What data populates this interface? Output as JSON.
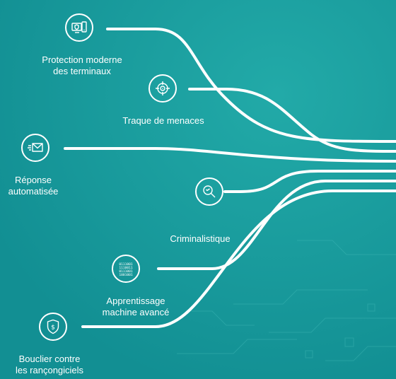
{
  "colors": {
    "background": "#1a9a9c",
    "line": "#ffffff"
  },
  "nodes": [
    {
      "id": "endpoint-protection",
      "icon": "device-shield-icon",
      "lines": [
        "Protection moderne",
        "des terminaux"
      ]
    },
    {
      "id": "threat-hunting",
      "icon": "crosshair-icon",
      "lines": [
        "Traque de menaces"
      ]
    },
    {
      "id": "automated-response",
      "icon": "envelope-icon",
      "lines": [
        "Réponse",
        "automatisée"
      ]
    },
    {
      "id": "forensics",
      "icon": "magnifier-icon",
      "lines": [
        "Criminalistique"
      ]
    },
    {
      "id": "machine-learning",
      "icon": "binary-icon",
      "lines": [
        "Apprentissage",
        "machine avancé"
      ]
    },
    {
      "id": "ransomware-shield",
      "icon": "dollar-shield-icon",
      "lines": [
        "Bouclier contre",
        "les rançongiciels"
      ]
    }
  ]
}
